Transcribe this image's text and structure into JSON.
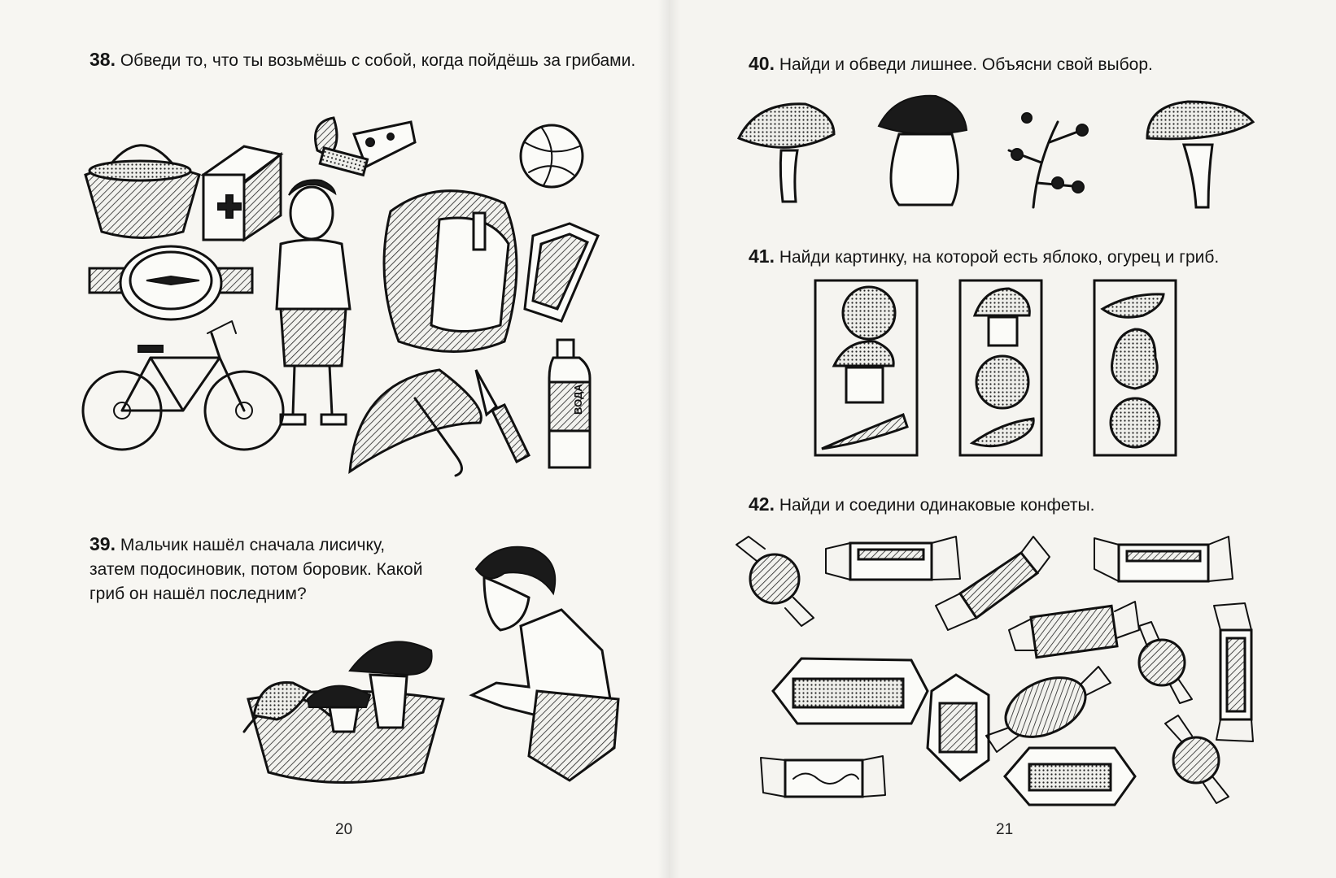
{
  "left_page": {
    "task38": {
      "number": "38.",
      "text": "Обведи то, что ты возьмёшь с собой, когда пойдёшь за грибами."
    },
    "task39": {
      "number": "39.",
      "text": "Мальчик нашёл сначала лисичку, затем подосиновик, потом боровик. Какой гриб он нашёл последним?"
    },
    "page_number": "20",
    "bottle_label": "ВОДА"
  },
  "right_page": {
    "task40": {
      "number": "40.",
      "text": "Найди и обведи лишнее. Объясни свой выбор."
    },
    "task41": {
      "number": "41.",
      "text": "Найди картинку, на которой есть яблоко, огурец и гриб."
    },
    "task42": {
      "number": "42.",
      "text": "Найди и соедини одинаковые конфеты."
    },
    "page_number": "21"
  },
  "colors": {
    "ink": "#111111",
    "paper": "#f6f5f1"
  },
  "icons": [
    "basket-icon",
    "first-aid-kit-icon",
    "cheese-icon",
    "leaf-icon",
    "ball-icon",
    "compass-icon",
    "boy-icon",
    "backpack-icon",
    "mirror-icon",
    "bicycle-icon",
    "umbrella-icon",
    "knife-icon",
    "water-bottle-icon",
    "mushroom-icon",
    "berry-branch-icon",
    "apple-icon",
    "cucumber-icon",
    "pear-icon",
    "carrot-icon",
    "candy-icon"
  ]
}
